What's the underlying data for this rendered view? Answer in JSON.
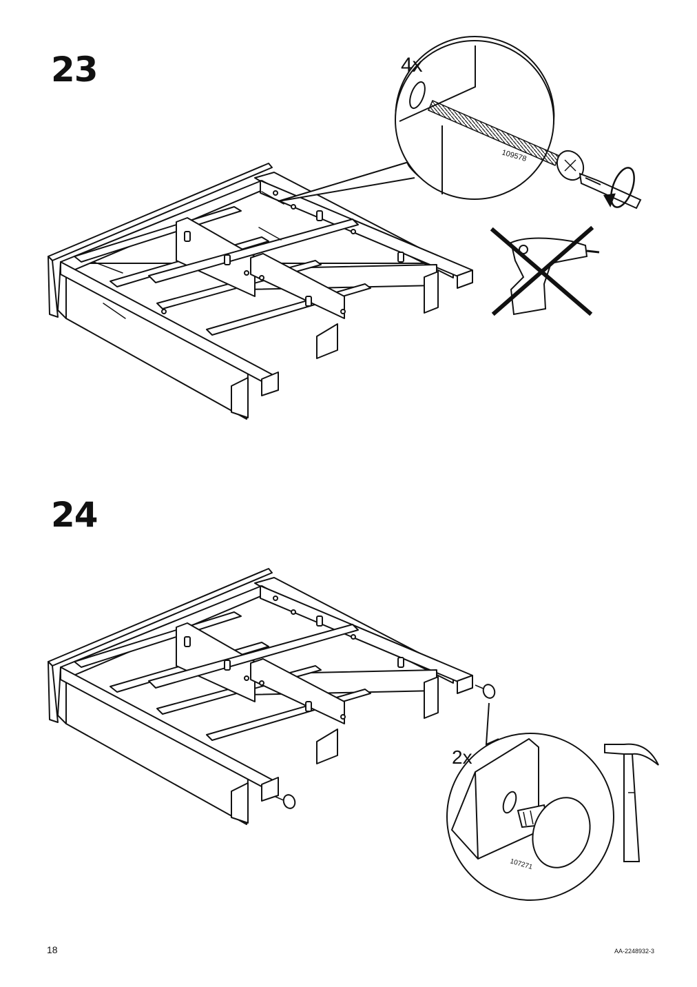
{
  "page": {
    "number": "18",
    "document_code": "AA-2248932-3"
  },
  "steps": [
    {
      "number": "23",
      "detail": {
        "quantity": "4x",
        "part_number": "109578"
      }
    },
    {
      "number": "24",
      "detail": {
        "quantity": "2x",
        "part_number": "107271"
      }
    }
  ],
  "icons": {
    "step23": [
      "screw-icon",
      "screwdriver-icon",
      "rotate-arrow-icon",
      "power-drill-icon",
      "prohibited-cross-icon"
    ],
    "step24": [
      "plug-cap-icon",
      "hammer-icon"
    ]
  }
}
